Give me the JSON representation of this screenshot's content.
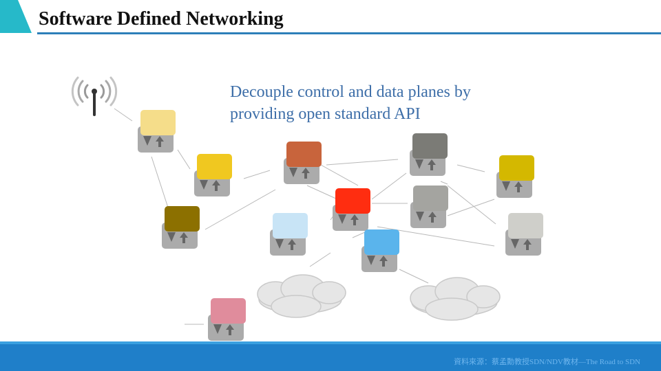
{
  "header": {
    "title": "Software Defined Networking",
    "accent_color": "#26b9c9",
    "rule_color": "#2d7fb9"
  },
  "main": {
    "subtitle_line1": "Decouple control and data planes by",
    "subtitle_line2": "providing open standard API"
  },
  "diagram": {
    "antenna_icon": "wireless-antenna-icon",
    "switch_icon": "network-switch-icon",
    "cloud_icon": "cloud-icon",
    "switch_colors": [
      "#f5dd8a",
      "#f0c820",
      "#8c7000",
      "#c8643c",
      "#c8e4f6",
      "#ff2d10",
      "#5ab4ec",
      "#7b7b76",
      "#a4a4a0",
      "#d4b800",
      "#cfcfca",
      "#e08c9c"
    ]
  },
  "footer": {
    "source": "資料來源：蔡孟勳教授SDN/NDV教材—The Road to SDN",
    "bar_color": "#1f7fc9"
  }
}
